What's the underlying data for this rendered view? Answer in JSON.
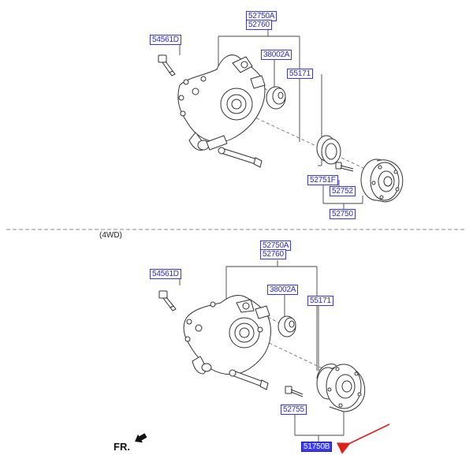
{
  "upper": {
    "labels": {
      "knuckle_a": "52750A",
      "knuckle_b": "52760",
      "bolt": "54561D",
      "bushing": "38002A",
      "arm": "55171",
      "bearing": "52751F",
      "stud": "52752",
      "hub": "52750"
    }
  },
  "lower": {
    "section_tag": "(4WD)",
    "labels": {
      "knuckle_a": "52750A",
      "knuckle_b": "52760",
      "bolt": "54561D",
      "bushing": "38002A",
      "arm": "55171",
      "stud": "52755",
      "hub_assy": "51750B"
    }
  },
  "direction_indicator": "FR.",
  "colors": {
    "label_border": "#3a3ad8",
    "label_text": "#2a2ad0",
    "highlight_fill": "#3b3bff",
    "pointer_arrow": "#e0201c"
  },
  "icons": {
    "front_arrow": "front-direction-arrow-icon",
    "pointer": "red-pointer-arrow-icon"
  }
}
